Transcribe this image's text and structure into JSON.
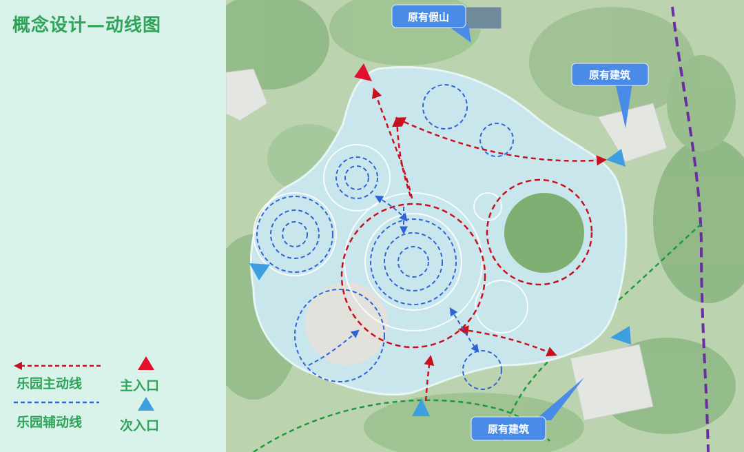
{
  "title": "概念设计—动线图",
  "legend": {
    "main_route": "乐园主动线",
    "aux_route": "乐园辅动线",
    "main_entrance": "主入口",
    "secondary_entrance": "次入口"
  },
  "callouts": {
    "rockery": "原有假山",
    "building_top": "原有建筑",
    "building_bottom": "原有建筑"
  },
  "colors": {
    "main_route": "#c8101e",
    "aux_route": "#2f64d6",
    "main_entrance": "#e0102e",
    "secondary_entrance": "#3d9fe0",
    "green_path": "#1a9a3a",
    "purple_path": "#6a2ea0",
    "callout_fill": "#4a8be8"
  }
}
